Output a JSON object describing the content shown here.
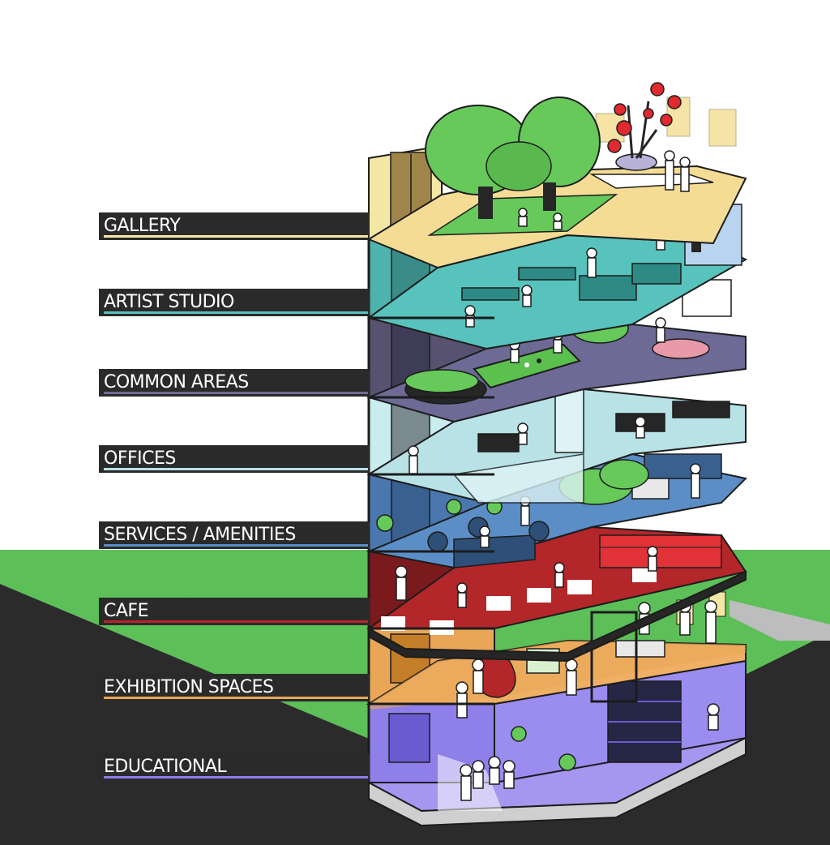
{
  "floors": [
    {
      "label": "GALLERY",
      "color": "#f3e7a6"
    },
    {
      "label": "ARTIST STUDIO",
      "color": "#58c2bd"
    },
    {
      "label": "COMMON AREAS",
      "color": "#6e6a96"
    },
    {
      "label": "OFFICES",
      "color": "#b8e2e6"
    },
    {
      "label": "SERVICES / AMENITIES",
      "color": "#5b8ec6"
    },
    {
      "label": "CAFE",
      "color": "#b3262a"
    },
    {
      "label": "EXHIBITION SPACES",
      "color": "#e9a657"
    },
    {
      "label": "EDUCATIONAL",
      "color": "#8f7fe8"
    }
  ],
  "palette": {
    "ground_green": "#5cbf58",
    "ground_dark": "#2b2b2b",
    "label_bg": "#2a2a2a",
    "tree": "#66c95a",
    "outline": "#1c1c1c"
  }
}
